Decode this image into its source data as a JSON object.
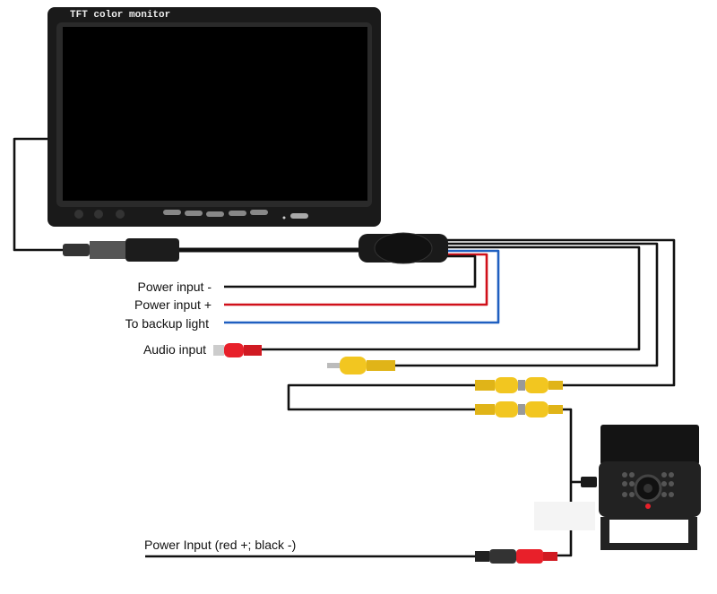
{
  "monitor": {
    "title": "TFT color monitor"
  },
  "labels": {
    "power_minus": "Power input -",
    "power_plus": "Power input +",
    "backup_light": "To backup light",
    "audio_input": "Audio input",
    "power_input_camera": "Power Input (red +; black -)"
  },
  "colors": {
    "black_wire": "#111111",
    "red_wire": "#d0101a",
    "blue_wire": "#1f5fc0",
    "rca_yellow": "#f2c620",
    "rca_red": "#e8202a"
  }
}
